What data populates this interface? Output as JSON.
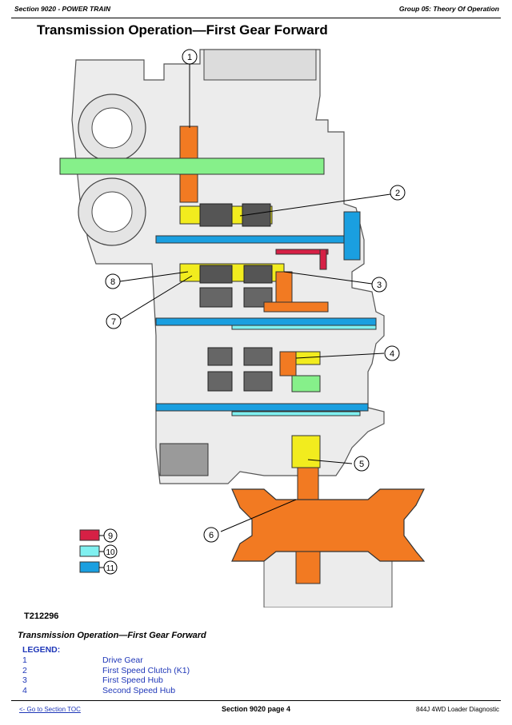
{
  "header": {
    "section": "Section 9020 - POWER TRAIN",
    "group": "Group 05: Theory Of Operation"
  },
  "title": "Transmission Operation—First Gear Forward",
  "diagram": {
    "callouts": [
      "1",
      "2",
      "3",
      "4",
      "5",
      "6",
      "7",
      "8"
    ],
    "color_key": [
      {
        "number": "9",
        "color": "#d62045"
      },
      {
        "number": "10",
        "color": "#7ff0f0"
      },
      {
        "number": "11",
        "color": "#1a9fe0"
      }
    ],
    "colors": {
      "drive": "#86f08a",
      "clutch": "#f2ec1e",
      "output": "#f27a22",
      "shaft": "#1a9fe0",
      "lube": "#7ff0f0",
      "pressure": "#d62045",
      "housing": "#c9c9c9"
    }
  },
  "figure_id": "T212296",
  "caption": "Transmission Operation—First Gear Forward",
  "legend": {
    "heading": "LEGEND:",
    "items": [
      {
        "number": "1",
        "label": "Drive Gear"
      },
      {
        "number": "2",
        "label": "First Speed Clutch (K1)"
      },
      {
        "number": "3",
        "label": "First Speed Hub"
      },
      {
        "number": "4",
        "label": "Second Speed Hub"
      }
    ]
  },
  "footer": {
    "link": "<- Go to Section TOC",
    "page": "Section 9020 page 4",
    "doc": "844J 4WD Loader Diagnostic"
  }
}
